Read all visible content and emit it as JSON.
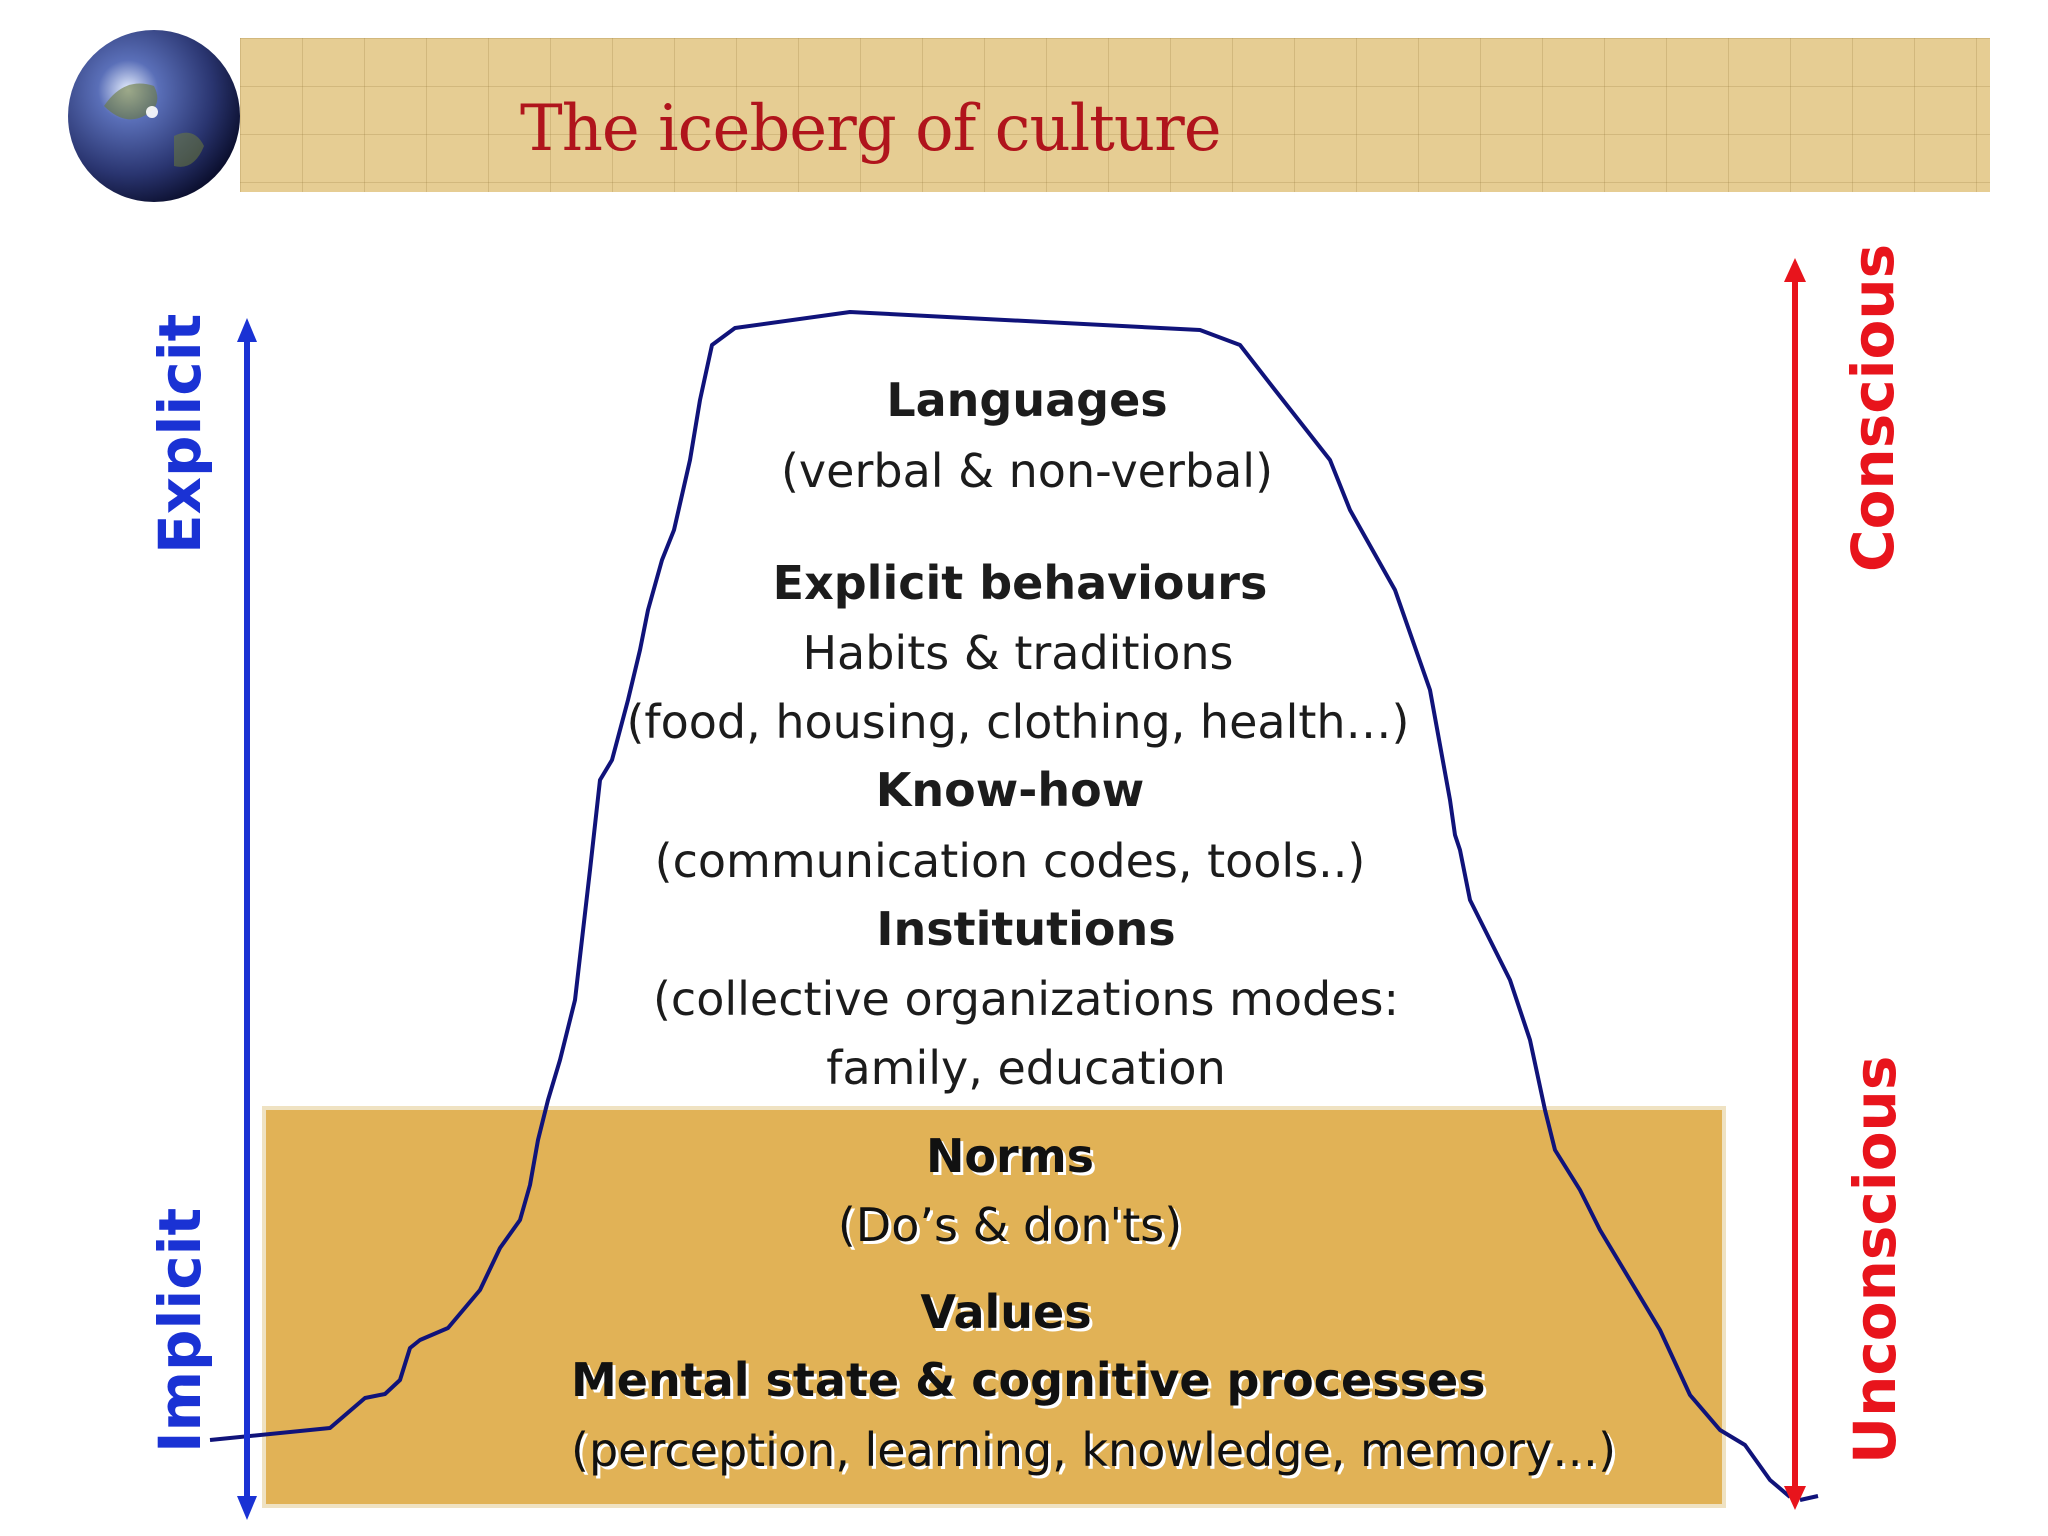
{
  "header": {
    "title": "The iceberg of culture"
  },
  "left_axis": {
    "top_label": "Explicit",
    "bottom_label": "Implicit",
    "color": "#1a32d4"
  },
  "right_axis": {
    "top_label": "Conscious",
    "bottom_label": "Unconscious",
    "color": "#e8141c"
  },
  "iceberg": {
    "above_water": {
      "languages_title": "Languages",
      "languages_sub": "(verbal & non-verbal)",
      "behaviours_title": "Explicit behaviours",
      "behaviours_line1": "Habits & traditions",
      "behaviours_line2": "(food, housing, clothing, health…)",
      "knowhow_title": "Know-how",
      "knowhow_sub": "(communication codes, tools..)",
      "institutions_title": "Institutions",
      "institutions_line1": "(collective organizations modes:",
      "institutions_line2": "family, education"
    },
    "below_water": {
      "norms_title": "Norms",
      "norms_sub": "(Do’s & don'ts)",
      "values_title": "Values",
      "mental_title": "Mental state & cognitive processes",
      "mental_sub": "(perception, learning, knowledge, memory…)"
    }
  },
  "colors": {
    "water": "#e1b256",
    "banner": "#e6cd93",
    "outline": "#10137a"
  }
}
